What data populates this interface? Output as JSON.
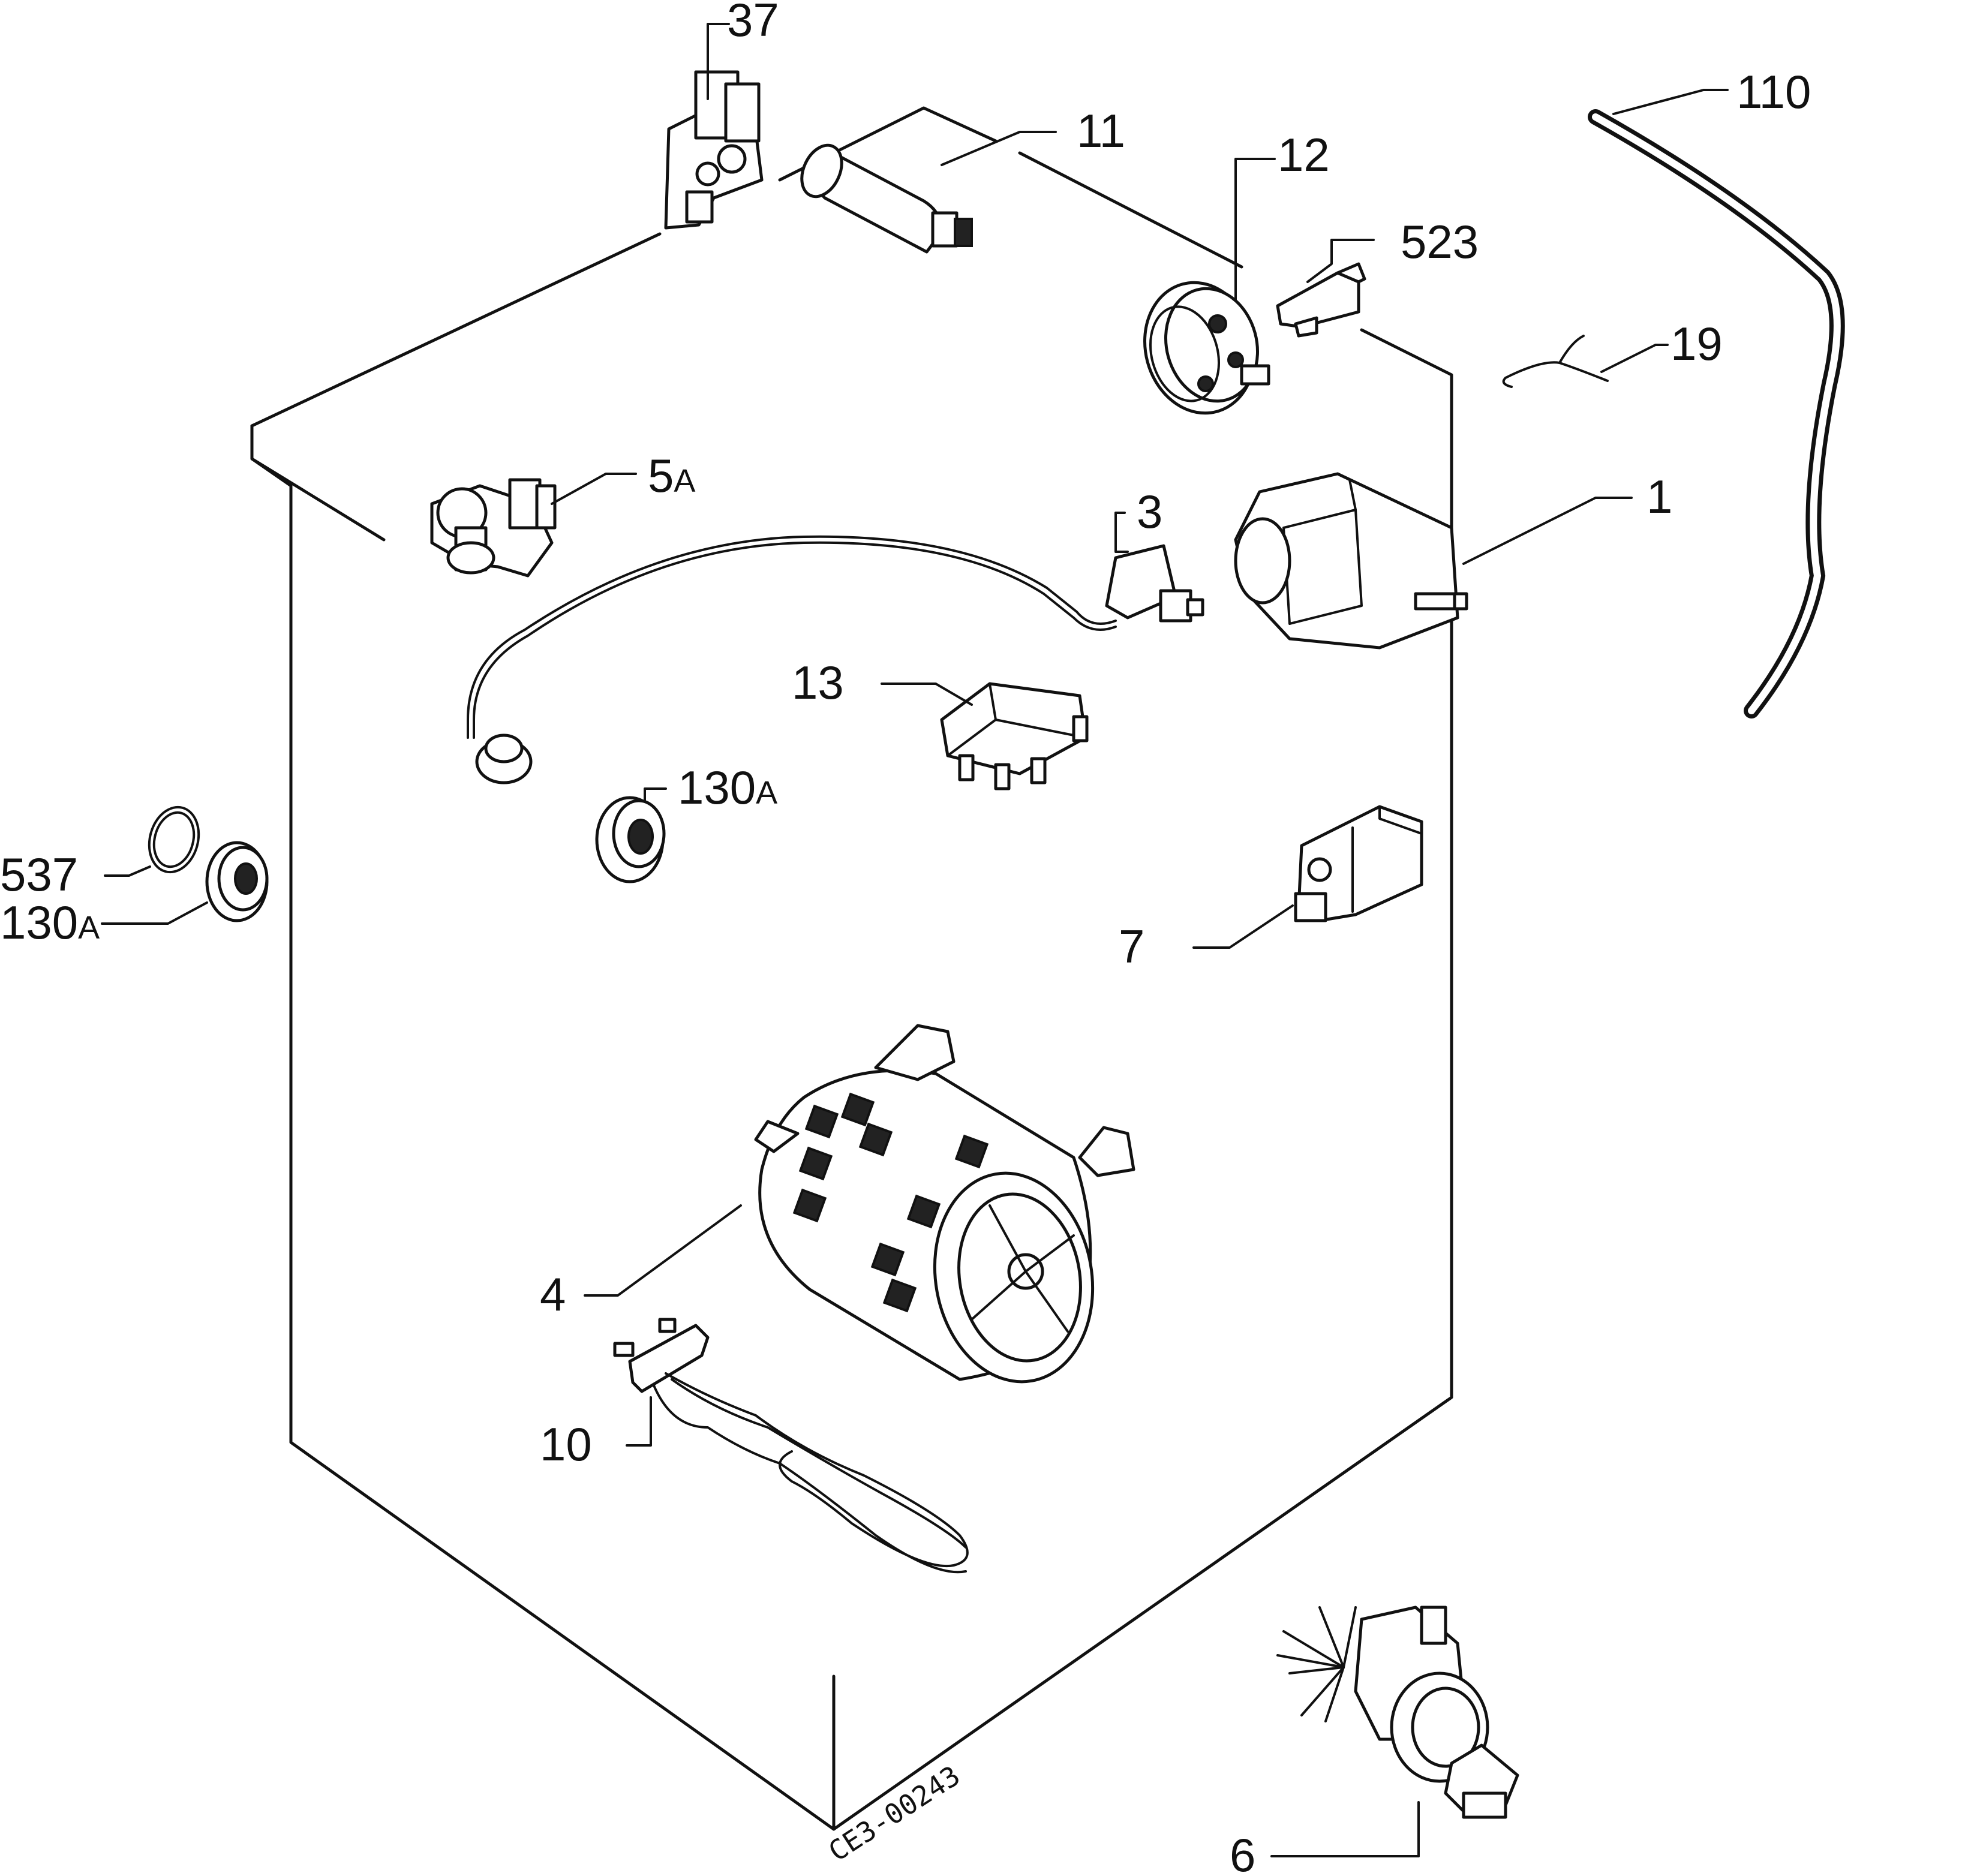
{
  "labels": {
    "p37": "37",
    "p11": "11",
    "p12": "12",
    "p110": "110",
    "p523": "523",
    "p19": "19",
    "p5": "5",
    "p5_suffix": "A",
    "p1": "1",
    "p3": "3",
    "p13": "13",
    "p130a_inner": "130",
    "p130a_inner_suffix": "A",
    "p537": "537",
    "p130a_outer": "130",
    "p130a_outer_suffix": "A",
    "p7": "7",
    "p4": "4",
    "p10": "10",
    "p6": "6"
  },
  "drawing_code": "CE3-00243"
}
